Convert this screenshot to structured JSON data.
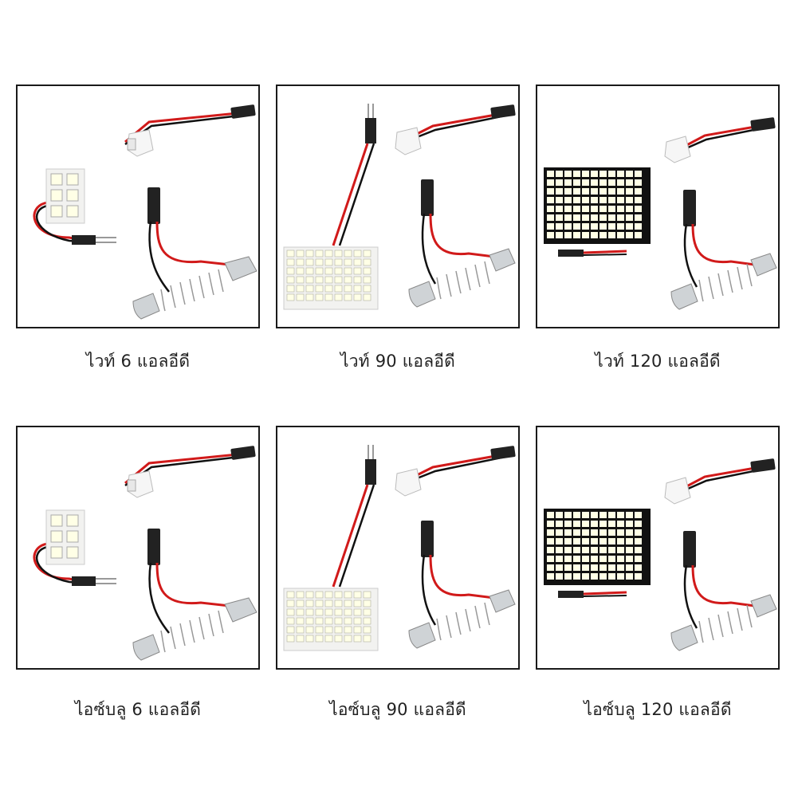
{
  "products": [
    {
      "caption": "ไวท์ 6 แอลอีดี",
      "led_count": 6,
      "color": "white",
      "panel": "small"
    },
    {
      "caption": "ไวท์ 90 แอลอีดี",
      "led_count": 90,
      "color": "white",
      "panel": "medium"
    },
    {
      "caption": "ไวท์ 120 แอลอีดี",
      "led_count": 120,
      "color": "white",
      "panel": "large"
    },
    {
      "caption": "ไอซ์บลู 6 แอลอีดี",
      "led_count": 6,
      "color": "ice-blue",
      "panel": "small"
    },
    {
      "caption": "ไอซ์บลู 90 แอลอีดี",
      "led_count": 90,
      "color": "ice-blue",
      "panel": "medium"
    },
    {
      "caption": "ไอซ์บลู 120 แอลอีดี",
      "led_count": 120,
      "color": "ice-blue",
      "panel": "large"
    }
  ],
  "colors": {
    "wire_red": "#d11a1a",
    "wire_black": "#111111",
    "board_white": "#f2f2f0",
    "board_black": "#111111",
    "led_white": "#ffffe6",
    "metal": "#bfc3c6"
  }
}
